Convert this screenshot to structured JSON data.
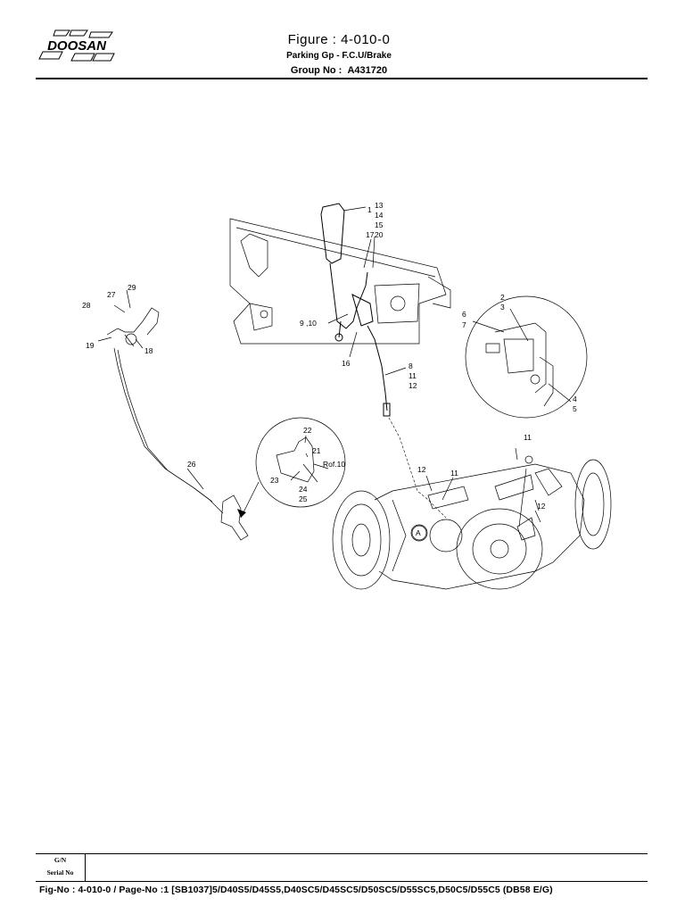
{
  "header": {
    "logo_text": "DOOSAN",
    "figure_title": "Figure : 4-010-0",
    "subtitle": "Parking Gp - F.C.U/Brake",
    "group_label": "Group No :",
    "group_value": "A431720"
  },
  "diagram": {
    "callouts": [
      "1",
      "13",
      "14",
      "15",
      "20",
      "17",
      "9 ,10",
      "16",
      "8",
      "11",
      "12",
      "29",
      "27",
      "28",
      "19",
      "18",
      "2",
      "3",
      "6",
      "7",
      "4",
      "5",
      "22",
      "21",
      "Rof.10",
      "23",
      "24",
      "25",
      "26",
      "11",
      "12",
      "11",
      "12",
      "A"
    ]
  },
  "footer": {
    "gn_label": "G/N",
    "serial_label": "Serial No",
    "line_text": "Fig-No : 4-010-0 / Page-No :1 [SB1037]5/D40S5/D45S5,D40SC5/D45SC5/D50SC5/D55SC5,D50C5/D55C5 (DB58  E/G)"
  }
}
